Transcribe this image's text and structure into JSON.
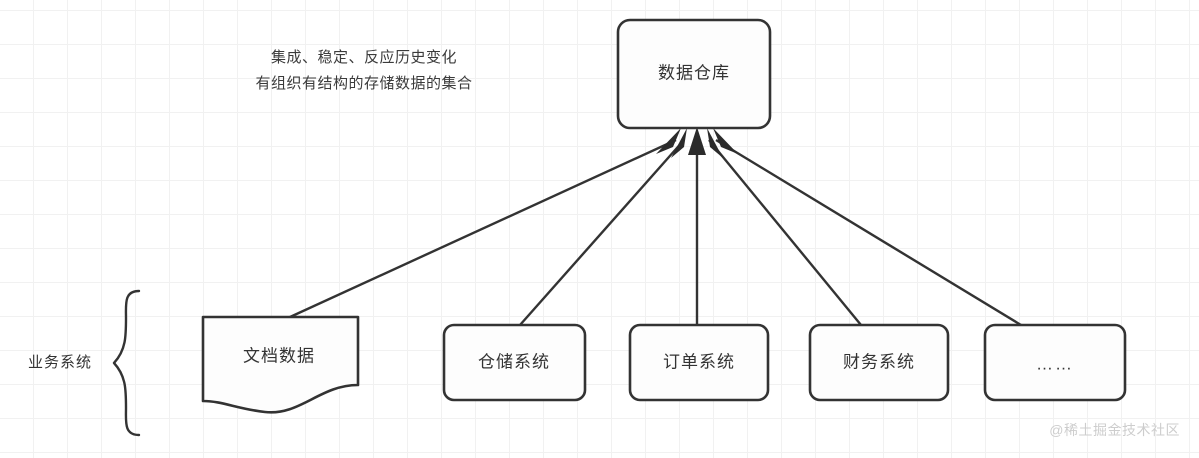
{
  "diagram": {
    "type": "data-warehouse-architecture",
    "background": {
      "canvas_color": "#ffffff",
      "grid_color": "#f1f1f1",
      "grid_major_color": "#e8e8e8"
    },
    "colors": {
      "shape_stroke": "#333333",
      "shape_fill": "#fdfdfd",
      "text": "#333333",
      "arrow": "#2b2b2b",
      "watermark": "#cdcdcd"
    },
    "warehouse": {
      "label": "数据仓库"
    },
    "note": {
      "line1": "集成、稳定、反应历史变化",
      "line2": "有组织有结构的存储数据的集合"
    },
    "group": {
      "label": "业务系统"
    },
    "sources": [
      {
        "label": "文档数据",
        "shape": "document"
      },
      {
        "label": "仓储系统",
        "shape": "rounded-rect"
      },
      {
        "label": "订单系统",
        "shape": "rounded-rect"
      },
      {
        "label": "财务系统",
        "shape": "rounded-rect"
      },
      {
        "label": "……",
        "shape": "rounded-rect"
      }
    ],
    "watermark": {
      "text": "@稀土掘金技术社区"
    }
  }
}
